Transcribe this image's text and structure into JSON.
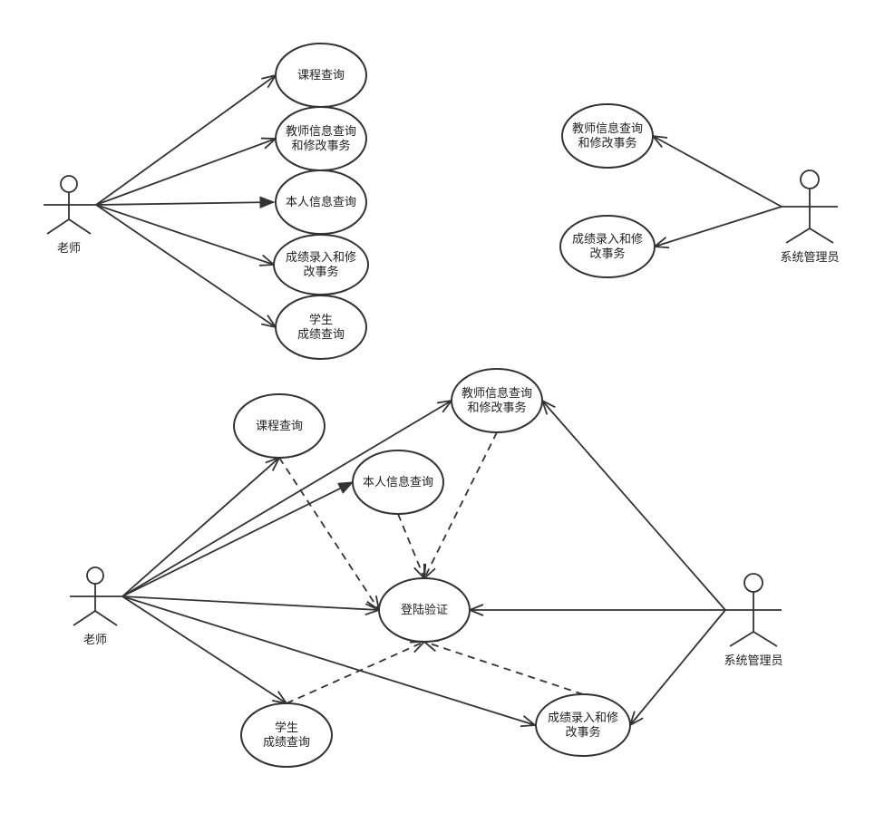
{
  "colors": {
    "stroke": "#333333",
    "text": "#222222",
    "fill": "#ffffff"
  },
  "actors": {
    "a_teacher_top": {
      "label": "老师"
    },
    "a_admin_top": {
      "label": "系统管理员"
    },
    "a_teacher_bot": {
      "label": "老师"
    },
    "a_admin_bot": {
      "label": "系统管理员"
    }
  },
  "nodes": {
    "t_course": {
      "lines": [
        "课程查询"
      ]
    },
    "t_teacher_info": {
      "lines": [
        "教师信息查询",
        "和修改事务"
      ]
    },
    "t_self_info": {
      "lines": [
        "本人信息查询"
      ]
    },
    "t_grade_entry": {
      "lines": [
        "成绩录入和修",
        "改事务"
      ]
    },
    "t_student_grade": {
      "lines": [
        "学生",
        "成绩查询"
      ]
    },
    "r_teacher_info": {
      "lines": [
        "教师信息查询",
        "和修改事务"
      ]
    },
    "r_grade_entry": {
      "lines": [
        "成绩录入和修",
        "改事务"
      ]
    },
    "b_course": {
      "lines": [
        "课程查询"
      ]
    },
    "b_teacher_info": {
      "lines": [
        "教师信息查询",
        "和修改事务"
      ]
    },
    "b_self_info": {
      "lines": [
        "本人信息查询"
      ]
    },
    "b_login": {
      "lines": [
        "登陆验证"
      ]
    },
    "b_student_grade": {
      "lines": [
        "学生",
        "成绩查询"
      ]
    },
    "b_grade_entry": {
      "lines": [
        "成绩录入和修",
        "改事务"
      ]
    }
  },
  "edges": [
    {
      "from": "a_teacher_top",
      "to": "t_course",
      "style": "solid",
      "head": "open"
    },
    {
      "from": "a_teacher_top",
      "to": "t_teacher_info",
      "style": "solid",
      "head": "open"
    },
    {
      "from": "a_teacher_top",
      "to": "t_self_info",
      "style": "solid",
      "head": "filled"
    },
    {
      "from": "a_teacher_top",
      "to": "t_grade_entry",
      "style": "solid",
      "head": "open"
    },
    {
      "from": "a_teacher_top",
      "to": "t_student_grade",
      "style": "solid",
      "head": "open"
    },
    {
      "from": "a_admin_top",
      "to": "r_teacher_info",
      "style": "solid",
      "head": "open"
    },
    {
      "from": "a_admin_top",
      "to": "r_grade_entry",
      "style": "solid",
      "head": "open"
    },
    {
      "from": "a_teacher_bot",
      "to": "b_course",
      "style": "solid",
      "head": "open"
    },
    {
      "from": "a_teacher_bot",
      "to": "b_teacher_info",
      "style": "solid",
      "head": "open"
    },
    {
      "from": "a_teacher_bot",
      "to": "b_self_info",
      "style": "solid",
      "head": "filled"
    },
    {
      "from": "a_teacher_bot",
      "to": "b_login",
      "style": "solid",
      "head": "open"
    },
    {
      "from": "a_teacher_bot",
      "to": "b_student_grade",
      "style": "solid",
      "head": "open"
    },
    {
      "from": "a_teacher_bot",
      "to": "b_grade_entry",
      "style": "solid",
      "head": "open"
    },
    {
      "from": "a_admin_bot",
      "to": "b_teacher_info",
      "style": "solid",
      "head": "open"
    },
    {
      "from": "a_admin_bot",
      "to": "b_login",
      "style": "solid",
      "head": "open"
    },
    {
      "from": "a_admin_bot",
      "to": "b_grade_entry",
      "style": "solid",
      "head": "open"
    },
    {
      "from": "b_course",
      "to": "b_login",
      "style": "dashed",
      "head": "open"
    },
    {
      "from": "b_self_info",
      "to": "b_login",
      "style": "dashed",
      "head": "open"
    },
    {
      "from": "b_teacher_info",
      "to": "b_login",
      "style": "dashed",
      "head": "open"
    },
    {
      "from": "b_student_grade",
      "to": "b_login",
      "style": "dashed",
      "head": "open"
    },
    {
      "from": "b_grade_entry",
      "to": "b_login",
      "style": "dashed",
      "head": "open"
    }
  ]
}
